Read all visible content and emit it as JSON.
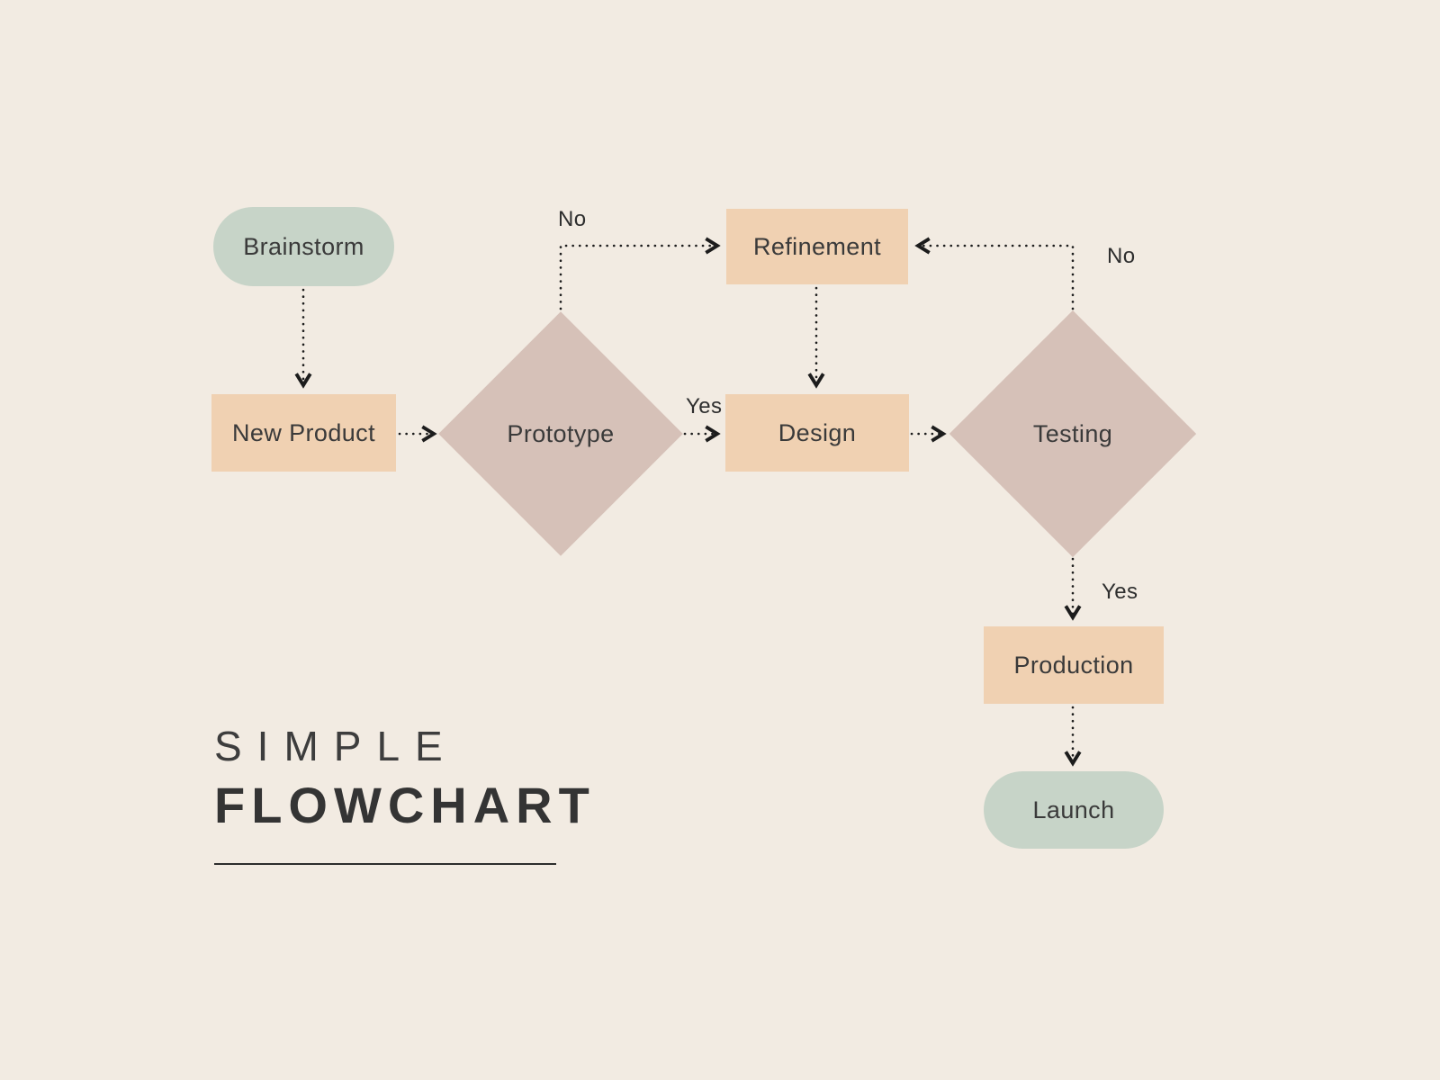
{
  "title": {
    "line1": "SIMPLE",
    "line2": "FLOWCHART"
  },
  "nodes": {
    "brainstorm": {
      "label": "Brainstorm",
      "shape": "terminal-pill"
    },
    "new_product": {
      "label": "New Product",
      "shape": "process-rect"
    },
    "prototype": {
      "label": "Prototype",
      "shape": "decision-diamond"
    },
    "refinement": {
      "label": "Refinement",
      "shape": "process-rect"
    },
    "design": {
      "label": "Design",
      "shape": "process-rect"
    },
    "testing": {
      "label": "Testing",
      "shape": "decision-diamond"
    },
    "production": {
      "label": "Production",
      "shape": "process-rect"
    },
    "launch": {
      "label": "Launch",
      "shape": "terminal-pill"
    }
  },
  "edge_labels": {
    "prototype_no": "No",
    "prototype_yes": "Yes",
    "testing_no": "No",
    "testing_yes": "Yes"
  },
  "edges": [
    {
      "from": "brainstorm",
      "to": "new_product"
    },
    {
      "from": "new_product",
      "to": "prototype"
    },
    {
      "from": "prototype",
      "to": "refinement",
      "label": "No"
    },
    {
      "from": "prototype",
      "to": "design",
      "label": "Yes"
    },
    {
      "from": "refinement",
      "to": "design"
    },
    {
      "from": "design",
      "to": "testing"
    },
    {
      "from": "testing",
      "to": "refinement",
      "label": "No"
    },
    {
      "from": "testing",
      "to": "production",
      "label": "Yes"
    },
    {
      "from": "production",
      "to": "launch"
    }
  ],
  "colors": {
    "background": "#f2ebe2",
    "terminal": "#c7d4c8",
    "process": "#f0d1b2",
    "decision": "#d6c1b8",
    "text": "#3a3a3a",
    "line": "#1c1c1c"
  }
}
